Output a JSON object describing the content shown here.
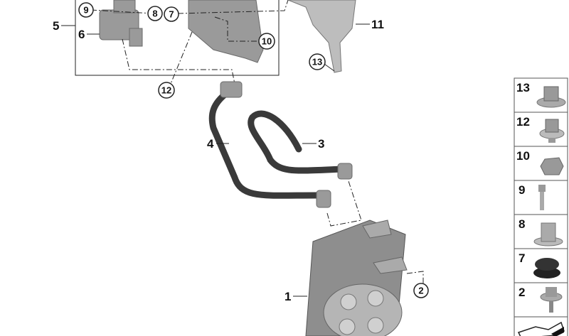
{
  "diagram": {
    "callouts": [
      "1",
      "2",
      "3",
      "4",
      "5",
      "6",
      "7",
      "8",
      "9",
      "10",
      "11",
      "12",
      "13"
    ],
    "parts_panel": [
      {
        "number": "13",
        "icon": "collar-nut-icon"
      },
      {
        "number": "12",
        "icon": "flange-nut-icon"
      },
      {
        "number": "10",
        "icon": "hex-nut-icon"
      },
      {
        "number": "9",
        "icon": "socket-head-screw-icon"
      },
      {
        "number": "8",
        "icon": "spacer-sleeve-icon"
      },
      {
        "number": "7",
        "icon": "rubber-grommet-icon"
      },
      {
        "number": "2",
        "icon": "hex-bolt-washer-icon"
      },
      {
        "number": "",
        "icon": "gasket-shape-icon"
      }
    ]
  }
}
